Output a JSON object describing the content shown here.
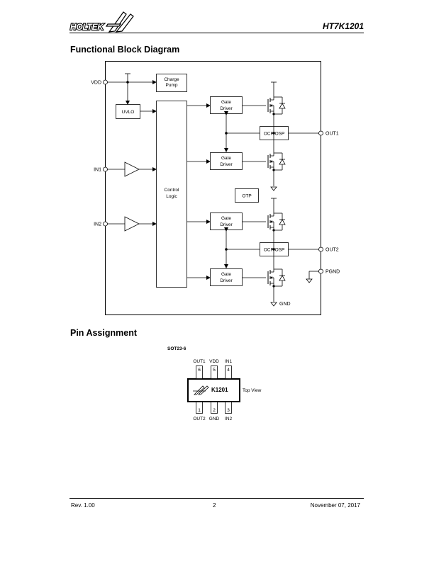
{
  "header": {
    "brand": "HOLTEK",
    "doc_title": "HT7K1201"
  },
  "sections": {
    "block_diagram_title": "Functional Block Diagram",
    "pin_assignment_title": "Pin Assignment"
  },
  "block_diagram": {
    "pins": {
      "vdd": "VDD",
      "in1": "IN1",
      "in2": "IN2",
      "out1": "OUT1",
      "out2": "OUT2",
      "pgnd": "PGND",
      "gnd": "GND"
    },
    "blocks": {
      "charge_pump": [
        "Charge",
        "Pump"
      ],
      "uvlo": "UVLO",
      "control_logic": [
        "Control",
        "Logic"
      ],
      "gate_driver": [
        "Gate",
        "Driver"
      ],
      "ocp_osp": "OCP/OSP",
      "otp": "OTP"
    }
  },
  "pin_assignment": {
    "package": "SOT23-6",
    "chip_label": "K1201",
    "view_label": "Top View",
    "top_pins": [
      {
        "number": "6",
        "name": "OUT1"
      },
      {
        "number": "5",
        "name": "VDD"
      },
      {
        "number": "4",
        "name": "IN1"
      }
    ],
    "bottom_pins": [
      {
        "number": "1",
        "name": "OUT2"
      },
      {
        "number": "2",
        "name": "GND"
      },
      {
        "number": "3",
        "name": "IN2"
      }
    ]
  },
  "footer": {
    "revision": "Rev. 1.00",
    "page": "2",
    "date": "November 07, 2017"
  }
}
